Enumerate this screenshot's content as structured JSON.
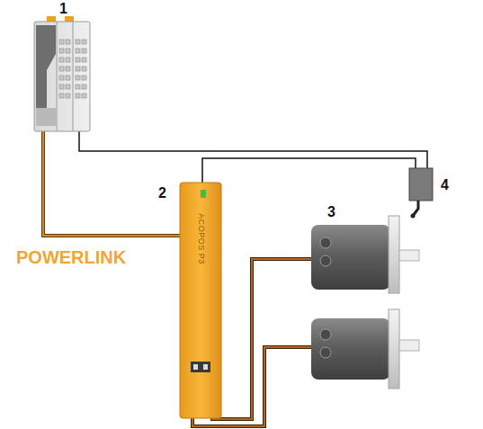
{
  "diagram": {
    "nodes": [
      {
        "text": [
          "ACOPOS P3"
        ]
      }
    ],
    "labels": [
      "1",
      "POWERLINK",
      "2",
      "3",
      "4"
    ]
  }
}
